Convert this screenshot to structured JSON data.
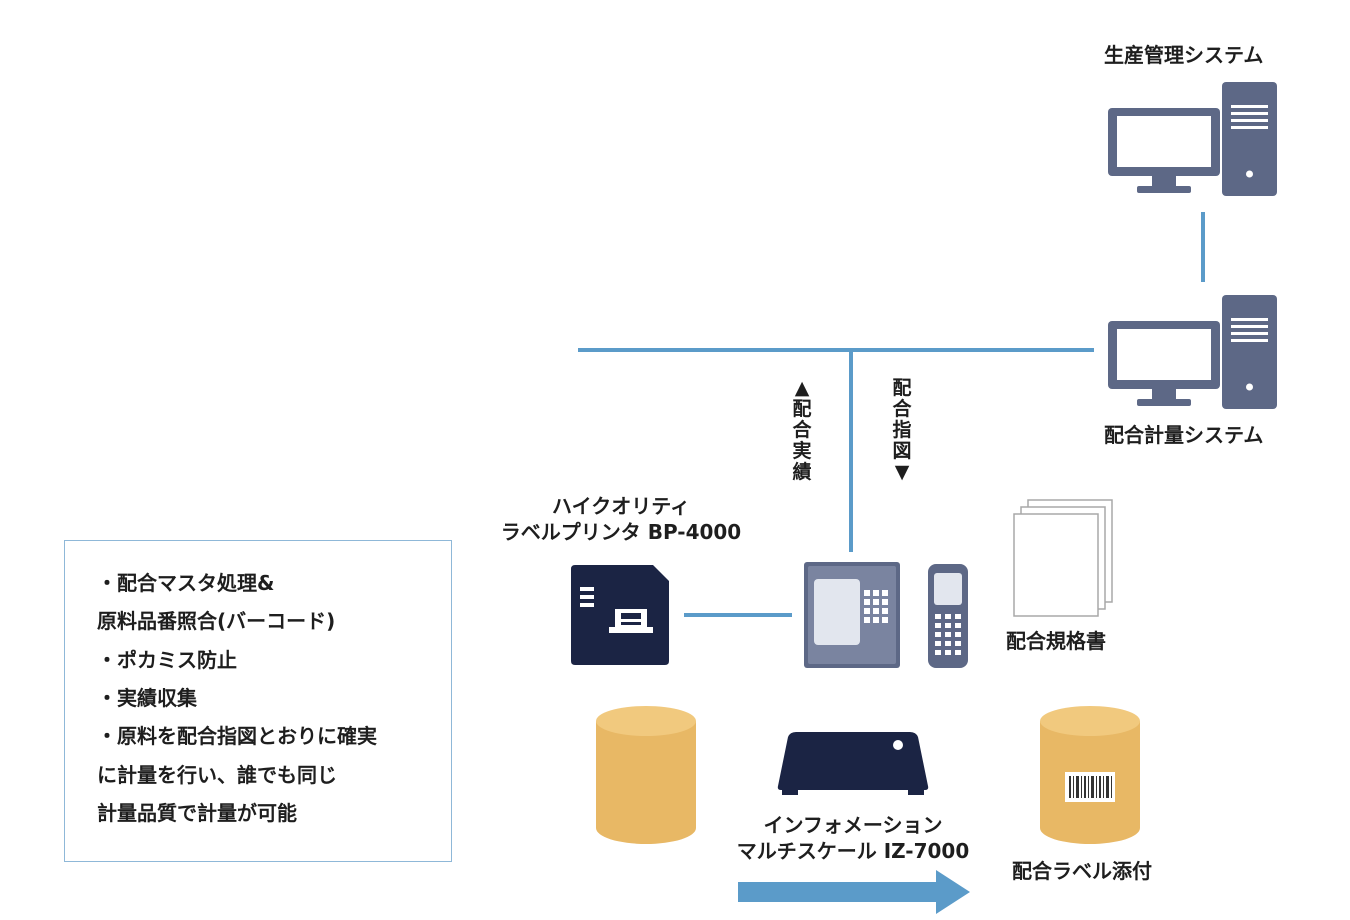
{
  "systems": {
    "production": "生産管理システム",
    "blending": "配合計量システム"
  },
  "flows": {
    "results_arrow": "▲",
    "results": "配合実績",
    "instruction": "配合指図",
    "instruction_arrow": "▼"
  },
  "printer": {
    "line1": "ハイクオリティ",
    "line2": "ラベルプリンタ BP-4000"
  },
  "document_label": "配合規格書",
  "scale": {
    "line1": "インフォメーション",
    "line2": "マルチスケール IZ-7000"
  },
  "label_attach": "配合ラベル添付",
  "features": [
    "・配合マスタ処理&",
    "原料品番照合(バーコード)",
    "・ポカミス防止",
    "・実績収集",
    "・原料を配合指図とおりに確実",
    "に計量を行い、誰でも同じ",
    "計量品質で計量が可能"
  ],
  "colors": {
    "line": "#5b9bc9",
    "pc": "#5d6886",
    "printer": "#1b2444",
    "container": "#e8b865",
    "arrow": "#5b9bc9"
  }
}
